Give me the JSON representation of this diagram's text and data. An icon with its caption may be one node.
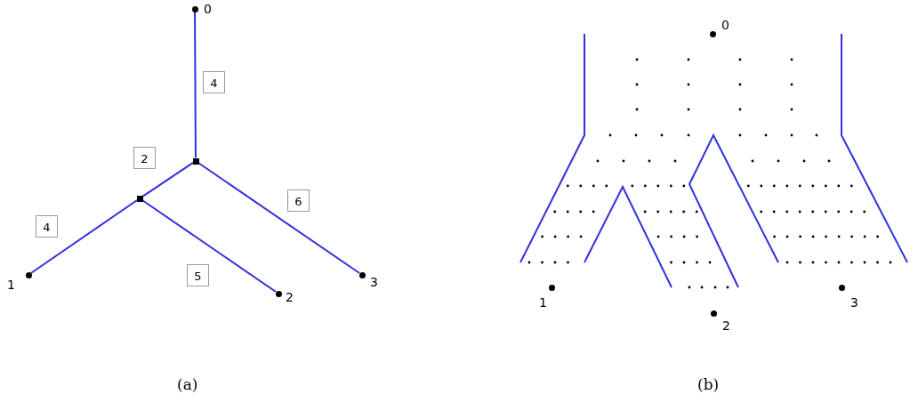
{
  "diagram": {
    "nodes": [
      {
        "text": [],
        "shape": "circle",
        "beside": [
          "0"
        ]
      },
      {
        "text": [],
        "shape": "circle",
        "beside": [
          "1"
        ]
      },
      {
        "text": [],
        "shape": "circle",
        "beside": [
          "2"
        ]
      },
      {
        "text": [],
        "shape": "circle",
        "beside": [
          "3"
        ]
      },
      {
        "text": [],
        "shape": "box"
      },
      {
        "text": [],
        "shape": "box"
      },
      {
        "text": [],
        "shape": "circle",
        "beside": [
          "0"
        ]
      },
      {
        "text": [],
        "shape": "circle",
        "beside": [
          "1"
        ]
      },
      {
        "text": [],
        "shape": "circle",
        "beside": [
          "2"
        ]
      },
      {
        "text": [],
        "shape": "circle",
        "beside": [
          "3"
        ]
      }
    ],
    "edges": [
      {
        "from": 0,
        "to": 4,
        "arrow": "none",
        "label": "4"
      },
      {
        "from": 4,
        "to": 5,
        "arrow": "none",
        "label": "2"
      },
      {
        "from": 4,
        "to": 3,
        "arrow": "none",
        "label": "6"
      },
      {
        "from": 5,
        "to": 1,
        "arrow": "none",
        "label": "4"
      },
      {
        "from": 5,
        "to": 2,
        "arrow": "none",
        "label": "5"
      }
    ],
    "labels": [
      "(a)",
      "(b)"
    ]
  }
}
